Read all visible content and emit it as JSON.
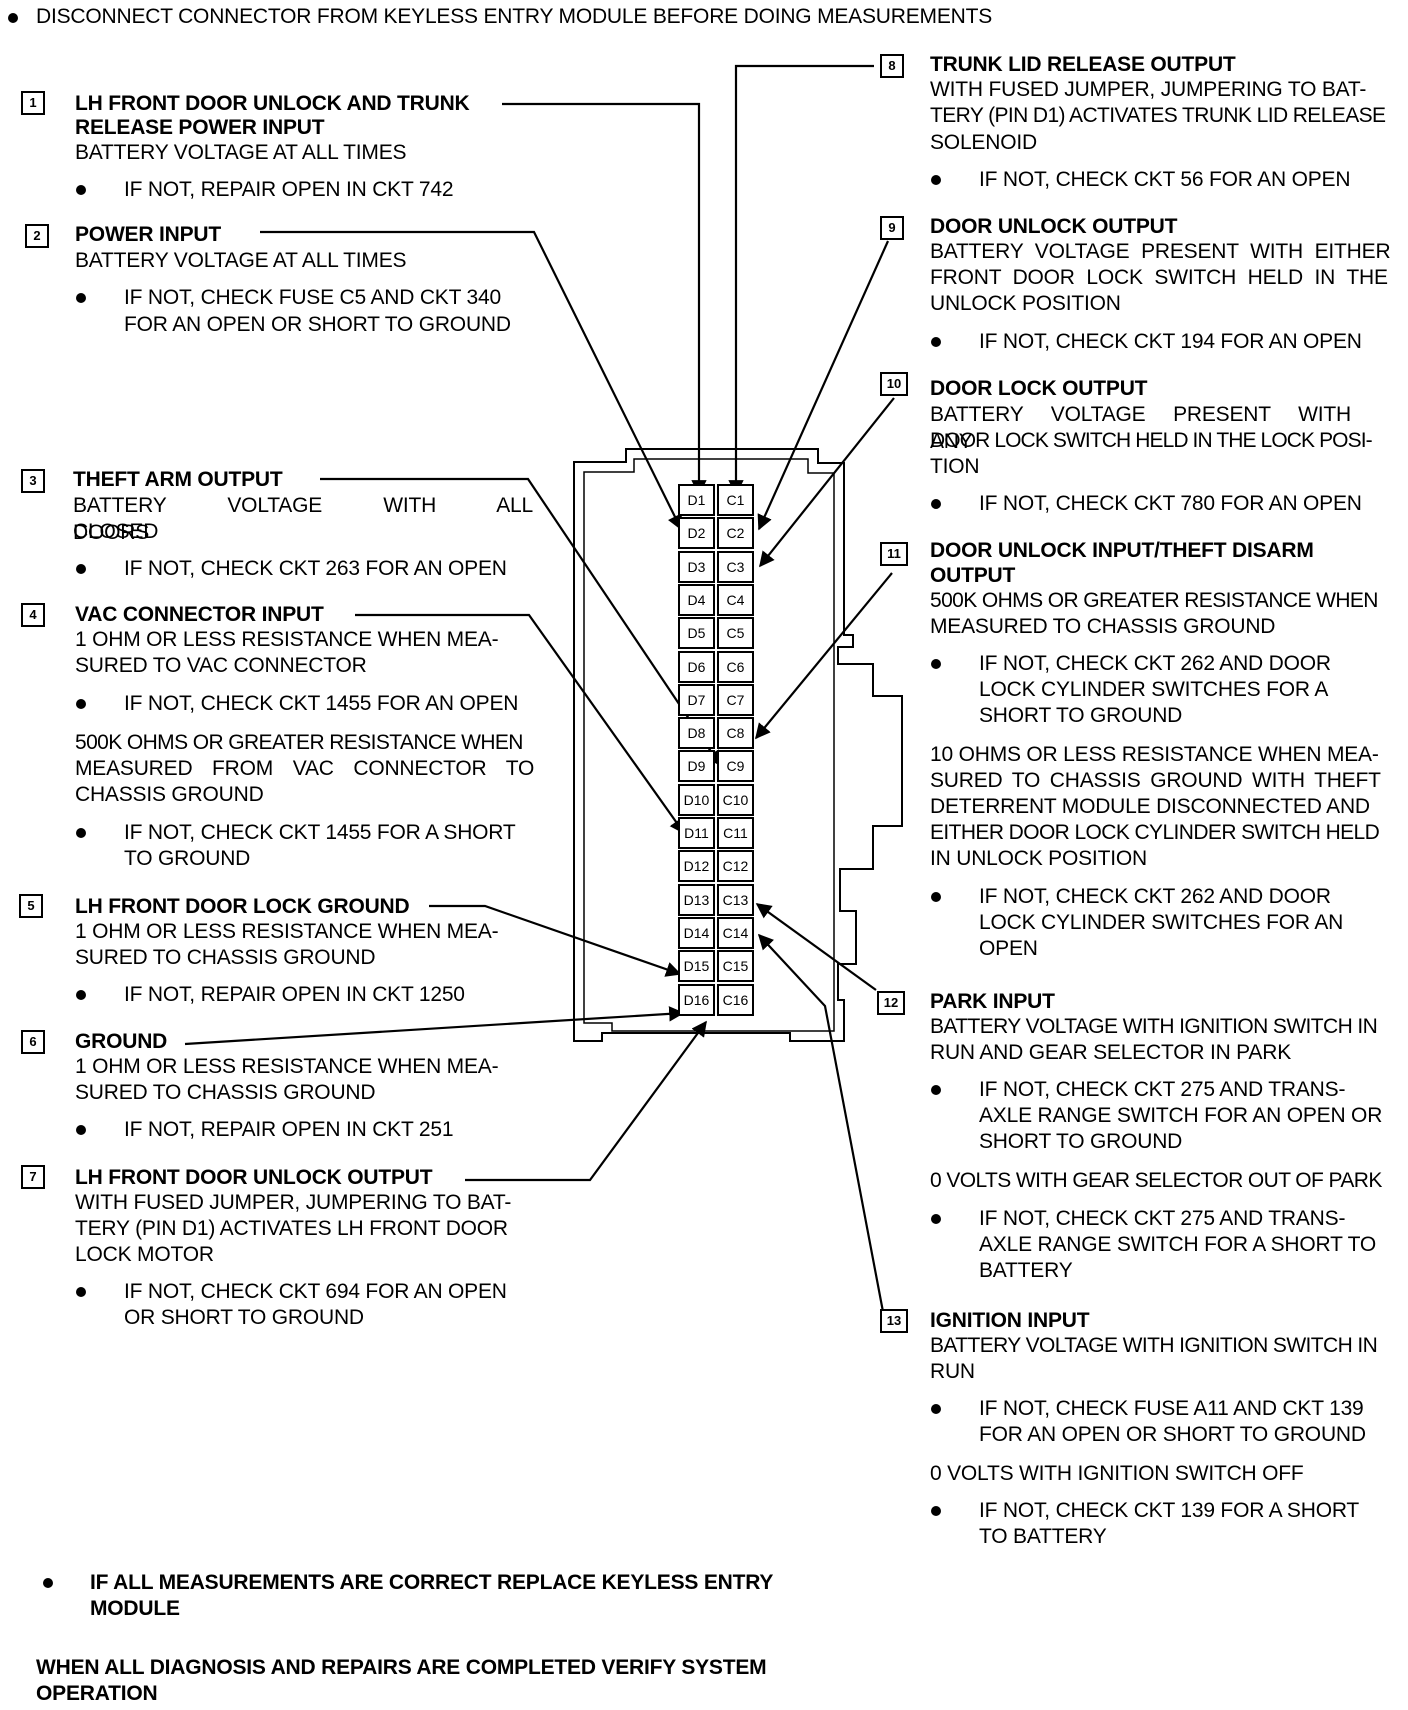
{
  "header": "DISCONNECT CONNECTOR FROM KEYLESS ENTRY MODULE BEFORE DOING MEASUREMENTS",
  "items": {
    "i1": {
      "num": "1",
      "title": "LH FRONT DOOR UNLOCK AND TRUNK",
      "title2": "RELEASE POWER INPUT",
      "desc": "BATTERY VOLTAGE AT ALL TIMES",
      "b1": "IF NOT, REPAIR OPEN IN CKT 742"
    },
    "i2": {
      "num": "2",
      "title": "POWER INPUT",
      "desc": "BATTERY VOLTAGE AT ALL TIMES",
      "b1a": "IF NOT, CHECK FUSE C5 AND CKT 340",
      "b1b": "FOR AN OPEN OR SHORT TO GROUND"
    },
    "i3": {
      "num": "3",
      "title": "THEFT ARM OUTPUT",
      "desc1": "BATTERY VOLTAGE WITH ALL DOORS",
      "desc2": "CLOSED",
      "b1": "IF NOT, CHECK CKT 263 FOR AN OPEN"
    },
    "i4": {
      "num": "4",
      "title": "VAC CONNECTOR INPUT",
      "desc1": "1 OHM OR LESS RESISTANCE WHEN MEA-",
      "desc2": "SURED TO VAC CONNECTOR",
      "b1": "IF NOT, CHECK CKT 1455 FOR AN OPEN",
      "p1": "500K OHMS OR GREATER RESISTANCE WHEN",
      "p2": "MEASURED FROM VAC CONNECTOR TO",
      "p3": "CHASSIS GROUND",
      "b2a": "IF NOT, CHECK CKT 1455 FOR A SHORT",
      "b2b": "TO GROUND"
    },
    "i5": {
      "num": "5",
      "title": "LH FRONT DOOR LOCK GROUND",
      "desc1": "1 OHM OR LESS RESISTANCE WHEN MEA-",
      "desc2": "SURED TO CHASSIS GROUND",
      "b1": "IF NOT, REPAIR OPEN IN CKT 1250"
    },
    "i6": {
      "num": "6",
      "title": "GROUND",
      "desc1": "1 OHM OR LESS RESISTANCE WHEN MEA-",
      "desc2": "SURED TO CHASSIS GROUND",
      "b1": "IF NOT, REPAIR OPEN IN CKT 251"
    },
    "i7": {
      "num": "7",
      "title": "LH FRONT DOOR UNLOCK OUTPUT",
      "desc1": "WITH FUSED JUMPER, JUMPERING TO BAT-",
      "desc2": "TERY (PIN D1) ACTIVATES LH FRONT DOOR",
      "desc3": "LOCK MOTOR",
      "b1a": "IF NOT, CHECK CKT 694 FOR AN OPEN",
      "b1b": "OR SHORT TO GROUND"
    },
    "i8": {
      "num": "8",
      "title": "TRUNK LID RELEASE OUTPUT",
      "desc1": "WITH FUSED JUMPER, JUMPERING TO BAT-",
      "desc2": "TERY (PIN D1) ACTIVATES TRUNK LID RELEASE",
      "desc3": "SOLENOID",
      "b1": "IF NOT, CHECK CKT 56 FOR AN OPEN"
    },
    "i9": {
      "num": "9",
      "title": "DOOR UNLOCK OUTPUT",
      "desc1": "BATTERY VOLTAGE PRESENT WITH EITHER",
      "desc2": "FRONT DOOR LOCK SWITCH HELD IN THE",
      "desc3": "UNLOCK POSITION",
      "b1": "IF NOT, CHECK CKT 194 FOR AN OPEN"
    },
    "i10": {
      "num": "10",
      "title": "DOOR LOCK OUTPUT",
      "desc1": "BATTERY VOLTAGE PRESENT WITH ANY",
      "desc2": "DOOR LOCK SWITCH HELD IN THE LOCK POSI-",
      "desc3": "TION",
      "b1": "IF NOT, CHECK CKT 780 FOR AN OPEN"
    },
    "i11": {
      "num": "11",
      "title": "DOOR UNLOCK INPUT/THEFT DISARM",
      "title2": "OUTPUT",
      "desc1": "500K OHMS OR GREATER RESISTANCE WHEN",
      "desc2": "MEASURED TO CHASSIS GROUND",
      "b1a": "IF NOT, CHECK CKT 262 AND DOOR",
      "b1b": "LOCK CYLINDER SWITCHES FOR A",
      "b1c": "SHORT TO GROUND",
      "p1": "10 OHMS OR LESS RESISTANCE WHEN MEA-",
      "p2": "SURED TO CHASSIS GROUND WITH THEFT",
      "p3": "DETERRENT MODULE DISCONNECTED AND",
      "p4": "EITHER DOOR LOCK CYLINDER SWITCH HELD",
      "p5": "IN UNLOCK POSITION",
      "b2a": "IF NOT, CHECK CKT 262 AND DOOR",
      "b2b": "LOCK CYLINDER SWITCHES FOR AN",
      "b2c": "OPEN"
    },
    "i12": {
      "num": "12",
      "title": "PARK INPUT",
      "desc1": "BATTERY VOLTAGE WITH IGNITION SWITCH IN",
      "desc2": "RUN AND GEAR SELECTOR IN PARK",
      "b1a": "IF NOT, CHECK CKT 275 AND TRANS-",
      "b1b": "AXLE RANGE SWITCH FOR AN OPEN OR",
      "b1c": "SHORT TO GROUND",
      "p1": "0 VOLTS WITH GEAR SELECTOR OUT OF PARK",
      "b2a": "IF NOT, CHECK CKT 275 AND TRANS-",
      "b2b": "AXLE RANGE SWITCH FOR A SHORT TO",
      "b2c": "BATTERY"
    },
    "i13": {
      "num": "13",
      "title": "IGNITION INPUT",
      "desc1": "BATTERY VOLTAGE WITH IGNITION SWITCH IN",
      "desc2": "RUN",
      "b1a": "IF NOT, CHECK FUSE A11 AND CKT 139",
      "b1b": "FOR AN OPEN OR SHORT TO GROUND",
      "p1": "0 VOLTS WITH IGNITION SWITCH OFF",
      "b2a": "IF NOT, CHECK CKT 139 FOR A SHORT",
      "b2b": "TO BATTERY"
    }
  },
  "pins_d": [
    "D1",
    "D2",
    "D3",
    "D4",
    "D5",
    "D6",
    "D7",
    "D8",
    "D9",
    "D10",
    "D11",
    "D12",
    "D13",
    "D14",
    "D15",
    "D16"
  ],
  "pins_c": [
    "C1",
    "C2",
    "C3",
    "C4",
    "C5",
    "C6",
    "C7",
    "C8",
    "C9",
    "C10",
    "C11",
    "C12",
    "C13",
    "C14",
    "C15",
    "C16"
  ],
  "footer": {
    "replace1": "IF ALL MEASUREMENTS ARE CORRECT REPLACE KEYLESS ENTRY",
    "replace2": "MODULE",
    "verify1": "WHEN ALL DIAGNOSIS AND REPAIRS ARE COMPLETED VERIFY SYSTEM",
    "verify2": "OPERATION"
  }
}
